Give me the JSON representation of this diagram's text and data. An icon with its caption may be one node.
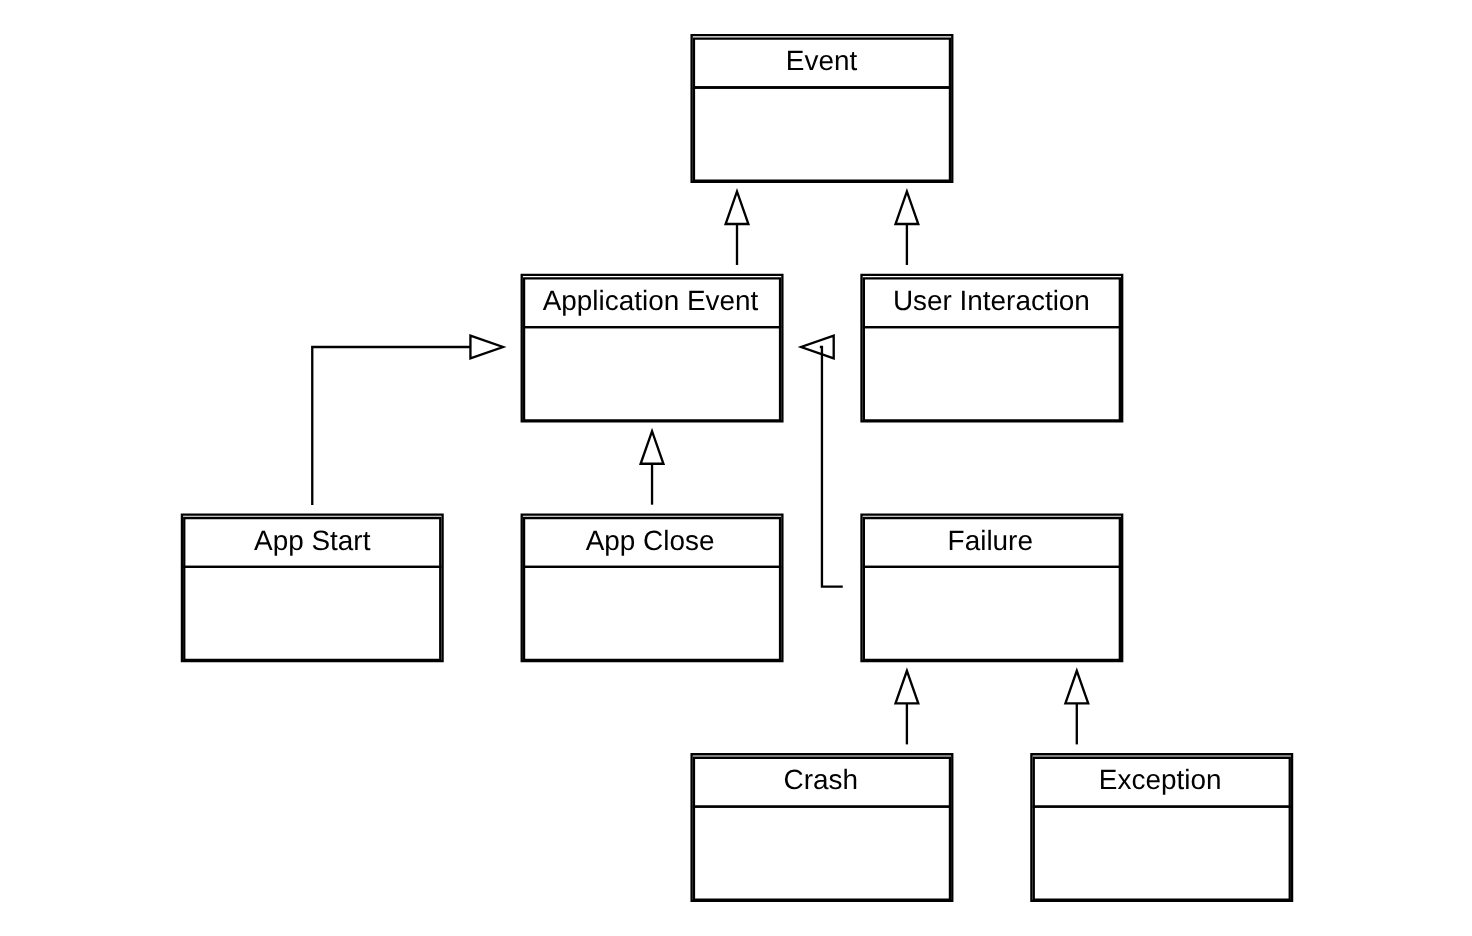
{
  "diagram": {
    "nodes": [
      {
        "text": [
          "Event"
        ]
      },
      {
        "text": [
          "Application Event"
        ]
      },
      {
        "text": [
          "User Interaction"
        ]
      },
      {
        "text": [
          "App Start"
        ]
      },
      {
        "text": [
          "App Close"
        ]
      },
      {
        "text": [
          "Failure"
        ]
      },
      {
        "text": [
          "Crash"
        ]
      },
      {
        "text": [
          "Exception"
        ]
      }
    ],
    "edges": [
      {
        "from": 1,
        "to": 0,
        "arrow": "to"
      },
      {
        "from": 2,
        "to": 0,
        "arrow": "to"
      },
      {
        "from": 3,
        "to": 1,
        "arrow": "to"
      },
      {
        "from": 4,
        "to": 1,
        "arrow": "to"
      },
      {
        "from": 5,
        "to": 1,
        "arrow": "to"
      },
      {
        "from": 6,
        "to": 5,
        "arrow": "to"
      },
      {
        "from": 7,
        "to": 5,
        "arrow": "to"
      }
    ]
  }
}
